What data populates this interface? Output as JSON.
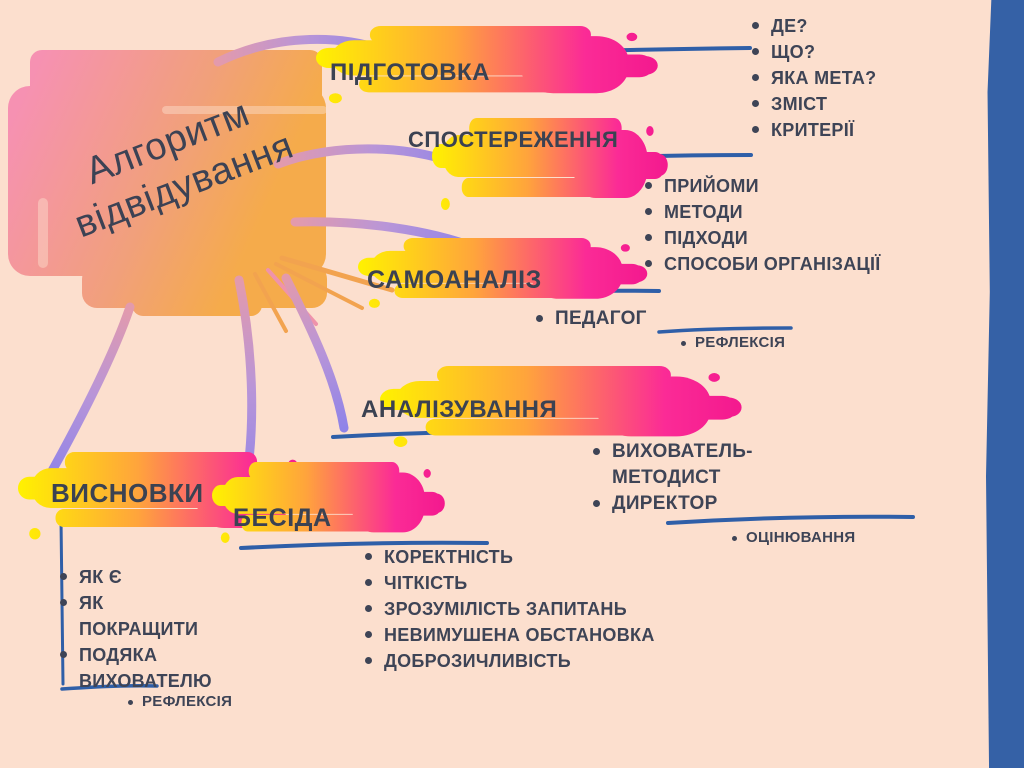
{
  "title": {
    "line1": "Алгоритм",
    "line2": "відвідування"
  },
  "branches": [
    {
      "label": "ПІДГОТОВКА",
      "items": [
        "ДЕ?",
        "ЩО?",
        "ЯКА МЕТА?",
        "ЗМІСТ",
        "КРИТЕРІЇ"
      ]
    },
    {
      "label": "СПОСТЕРЕЖЕННЯ",
      "items": [
        "ПРИЙОМИ",
        "МЕТОДИ",
        "ПІДХОДИ",
        "СПОСОБИ ОРГАНІЗАЦІЇ"
      ]
    },
    {
      "label": "САМОАНАЛІЗ",
      "items": [
        "ПЕДАГОГ"
      ],
      "subitems": [
        "РЕФЛЕКСІЯ"
      ]
    },
    {
      "label": "АНАЛІЗУВАННЯ",
      "items": [
        "ВИХОВАТЕЛЬ-МЕТОДИСТ",
        "ДИРЕКТОР"
      ],
      "subitems": [
        "ОЦІНЮВАННЯ"
      ]
    },
    {
      "label": "ВИСНОВКИ",
      "items": [
        "ЯК Є",
        "ЯК ПОКРАЩИТИ",
        "ПОДЯКА ВИХОВАТЕЛЮ"
      ],
      "subitems": [
        "РЕФЛЕКСІЯ"
      ]
    },
    {
      "label": "БЕСІДА",
      "items": [
        "КОРЕКТНІСТЬ",
        "ЧІТКІСТЬ",
        "ЗРОЗУМІЛІСТЬ ЗАПИТАНЬ",
        "НЕВИМУШЕНА ОБСТАНОВКА",
        "ДОБРОЗИЧЛИВІСТЬ"
      ]
    }
  ],
  "colors": {
    "background": "#fcdfce",
    "stripe_blue": "#3561a6",
    "line_blue": "#2f5fa8",
    "text_dark": "#3e4456",
    "brush_yellow": "#fff200",
    "brush_orange": "#ffa43c",
    "brush_magenta": "#fb2b96",
    "connector_pink": "#e39aac",
    "connector_purple": "#8f83e8",
    "blob_pink": "#f691b2",
    "blob_orange": "#f5ab4b"
  }
}
